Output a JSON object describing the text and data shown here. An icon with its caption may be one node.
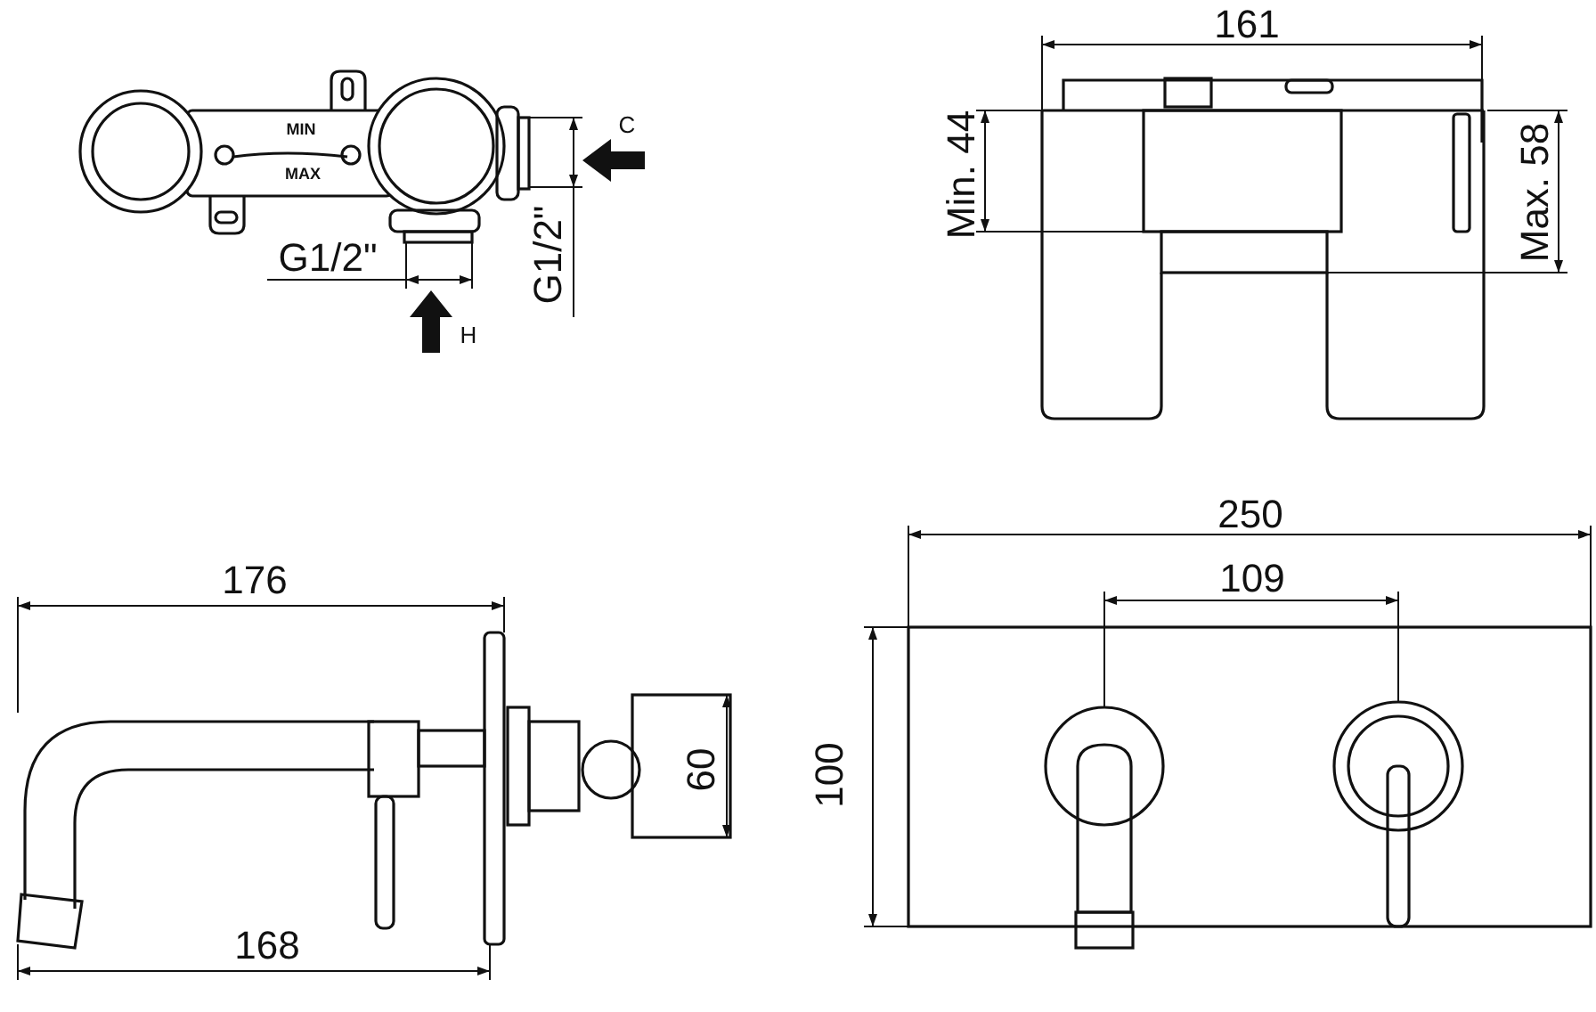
{
  "diagram": {
    "labels": [
      "161",
      "MIN",
      "C",
      "Min. 44",
      "Max. 58",
      "MAX",
      "G1/2\"",
      "G1/2\"",
      "H",
      "250",
      "176",
      "109",
      "60",
      "100",
      "168"
    ]
  }
}
